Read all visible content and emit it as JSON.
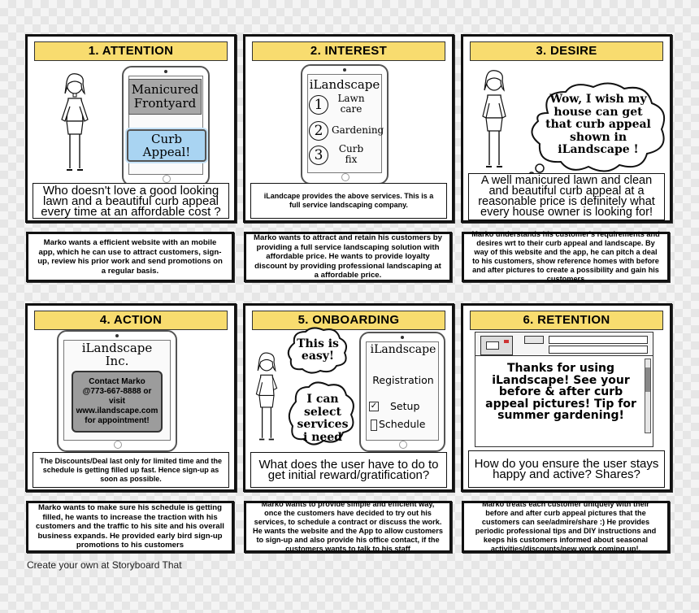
{
  "panels": [
    {
      "title": "1. ATTENTION",
      "screen_top": "Manicured Frontyard",
      "screen_button": "Curb Appeal!",
      "caption": "Who doesn't love a good looking lawn and a beautiful curb appeal every time at an affordable cost ?",
      "description": "Marko wants a efficient website with an mobile app, which he can use to attract customers, sign-up, review his prior work and send promotions on a regular basis."
    },
    {
      "title": "2. INTEREST",
      "app_name": "iLandscape",
      "services": [
        {
          "num": "1",
          "label": "Lawn care"
        },
        {
          "num": "2",
          "label": "Gardening"
        },
        {
          "num": "3",
          "label": "Curb fix"
        }
      ],
      "caption": "iLandcape provides the above services. This is a full service landscaping company.",
      "description": "Marko wants to attract and retain his customers by providing a full service landscaping solution with affordable price. He wants to provide loyalty discount by providing professional landscaping at a affordable price."
    },
    {
      "title": "3. DESIRE",
      "thought": "Wow, I wish my house can get that curb appeal shown in iLandscape !",
      "caption": "A well manicured lawn and clean and beautiful curb appeal at a reasonable price is definitely what every house owner is looking for!",
      "description": "Marko understands his customer's requirements and desires wrt to their curb appeal and landscape. By way of this website and the app, he can pitch a deal to his customers, show reference homes with before and after pictures to create a possibility and gain his customers"
    },
    {
      "title": "4. ACTION",
      "app_name": "iLandscape Inc.",
      "contact": "Contact Marko @773-667-8888 or visit www.ilandscape.com for appointment!",
      "caption": "The Discounts/Deal last only for limited time and the schedule is getting filled up fast. Hence sign-up as soon as possible.",
      "description": "Marko wants to make sure his schedule is getting filled, he wants to increase the traction with his customers and the traffic to his site and his overall business expands. He provided early bird sign-up promotions to his customers"
    },
    {
      "title": "5. ONBOARDING",
      "bubble_top": "This is easy!",
      "bubble_bottom": "I can select services i need",
      "app_name": "iLandscape",
      "registration": "Registration",
      "setup": "Setup",
      "schedule": "Schedule",
      "caption": "What does the user have to do to get initial reward/gratification?",
      "description": "Marko wants to provide simple and efficient way, once the customers have decided to try out his services, to schedule a contract or discuss the work. He wants the website and the App to allow customers to sign-up and also provide his office contact, if the customers wants to talk to his staff"
    },
    {
      "title": "6. RETENTION",
      "message": "Thanks for using iLandscape! See your before & after curb appeal pictures! Tip for summer gardening!",
      "caption": "How do you ensure the user stays happy and active? Shares?",
      "description": "Marko treats each customer uniquely with their before and after curb appeal pictures that the customers can see/admire/share :) He provides periodic professional tips and DIY instructions and keeps his customers informed about seasonal activities/discounts/new work coming up!."
    }
  ],
  "footer": "Create your own at Storyboard That",
  "colors": {
    "title_bg": "#f8dc6f",
    "button_blue": "#a9d4f2",
    "gray_box": "#9c9c9c"
  }
}
